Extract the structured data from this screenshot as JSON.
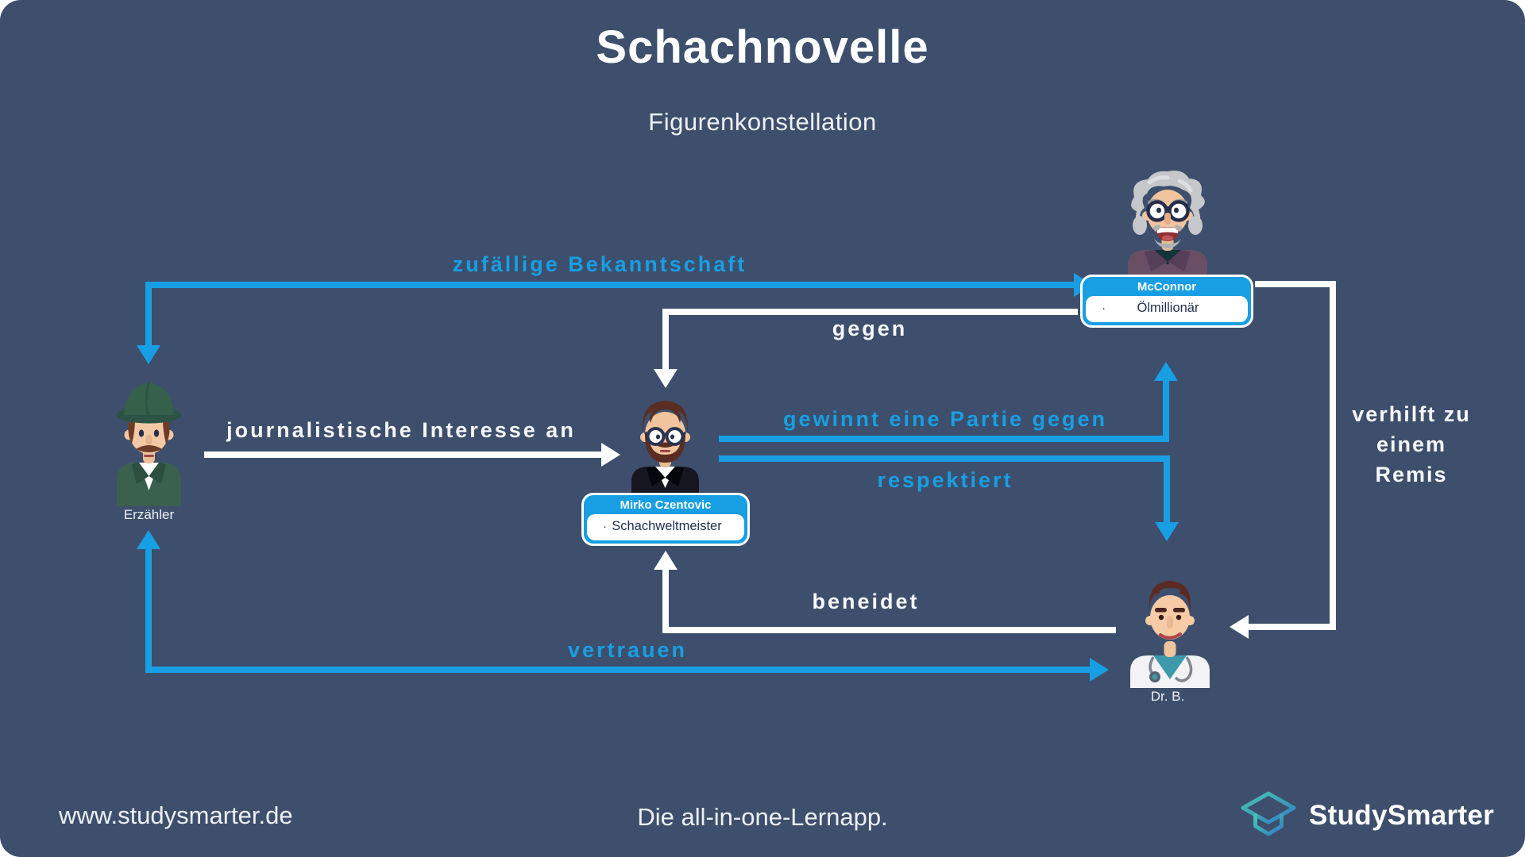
{
  "page": {
    "title": "Schachnovelle",
    "subtitle": "Figurenkonstellation",
    "background_color": "#3d4f6c",
    "accent_blue": "#189fe3",
    "card_bullet": "·"
  },
  "characters": [
    {
      "id": "erzaehler",
      "name": "Erzähler"
    },
    {
      "id": "mirko-czentovic",
      "name": "Mirko Czentovic",
      "role": "Schachweltmeister"
    },
    {
      "id": "mcconnor",
      "name": "McConnor",
      "role": "Ölmillionär"
    },
    {
      "id": "dr-b",
      "name": "Dr. B."
    }
  ],
  "relations": [
    {
      "label": "zufällige Bekanntschaft",
      "color": "blue",
      "from": "Erzähler",
      "to": "McConnor",
      "direction": "both"
    },
    {
      "label": "gegen",
      "color": "white",
      "from": "McConnor",
      "to": "Mirko Czentovic",
      "direction": "one-way"
    },
    {
      "label": "journalistische Interesse an",
      "color": "white",
      "from": "Erzähler",
      "to": "Mirko Czentovic",
      "direction": "one-way"
    },
    {
      "label": "gewinnt eine Partie gegen",
      "color": "blue",
      "from": "Mirko Czentovic",
      "to": "McConnor",
      "direction": "one-way"
    },
    {
      "label": "respektiert",
      "color": "blue",
      "from": "Mirko Czentovic",
      "to": "Dr. B.",
      "direction": "one-way"
    },
    {
      "label": "verhilft zu einem Remis",
      "color": "white",
      "from": "McConnor",
      "to": "Dr. B.",
      "direction": "one-way"
    },
    {
      "label": "beneidet",
      "color": "white",
      "from": "Dr. B.",
      "to": "Mirko Czentovic",
      "direction": "one-way"
    },
    {
      "label": "vertrauen",
      "color": "blue",
      "from": "Erzähler",
      "to": "Dr. B.",
      "direction": "both"
    }
  ],
  "footer": {
    "website": "www.studysmarter.de",
    "tagline": "Die all-in-one-Lernapp.",
    "brand": "StudySmarter"
  }
}
